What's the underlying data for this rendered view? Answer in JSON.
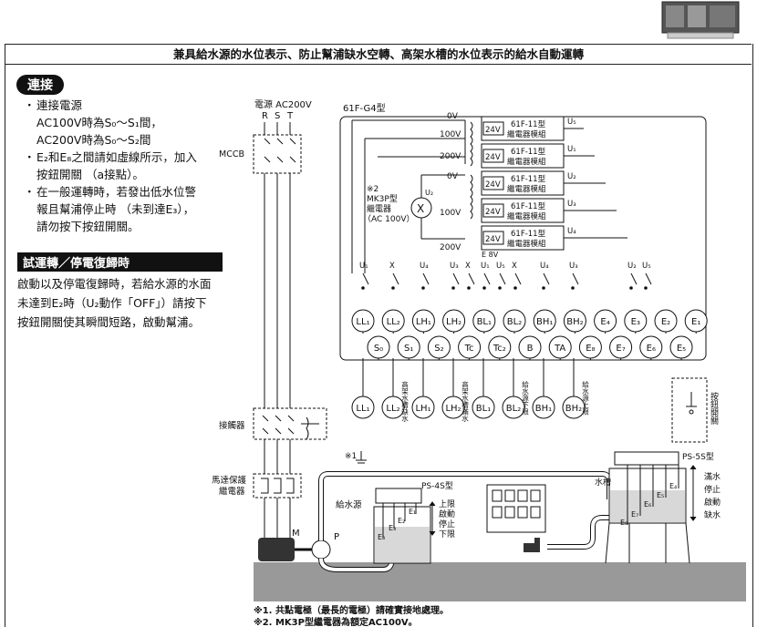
{
  "title": "兼具給水源的水位表示、防止幫浦缺水空轉、高架水槽的水位表示的給水自動運轉",
  "connection": {
    "label": "連接",
    "notes": [
      {
        "l1": "連接電源",
        "l2": "AC100V時為S₀～S₁間，",
        "l3": "AC200V時為S₀～S₂間"
      },
      {
        "l1": "E₂和E₈之間請如虛線所示，加入",
        "l2": "按鈕開關 （a接點）。",
        "l3": ""
      },
      {
        "l1": "在一般運轉時，若發出低水位警",
        "l2": "報且幫浦停止時 （未到達E₃），",
        "l3": "請勿按下按鈕開關。"
      }
    ]
  },
  "trial": {
    "label": "試運轉／停電復歸時",
    "text": "啟動以及停電復歸時，若給水源的水面未達到E₂時（U₂動作「OFF」）請按下按鈕開關使其瞬間短路，啟動幫浦。"
  },
  "diagram": {
    "power_label": "電源 AC200V",
    "rst": [
      "R",
      "S",
      "T"
    ],
    "mccb": "MCCB",
    "contactor": "接觸器",
    "motor_relay": [
      "馬達保護",
      "繼電器"
    ],
    "motor": "M",
    "pump": "P",
    "model": "61F-G4型",
    "volts": [
      "0V",
      "100V",
      "200V",
      "0V",
      "100V",
      "200V"
    ],
    "relay_note": [
      "※2",
      "MK3P型",
      "繼電器",
      "（AC 100V）"
    ],
    "relay_coil": "X",
    "u2_small": "U₂",
    "dc24": "24V",
    "e8v": "E 8V",
    "modules": [
      {
        "name1": "61F-11型",
        "name2": "繼電器模組",
        "out": "U₅"
      },
      {
        "name1": "61F-11型",
        "name2": "繼電器模組",
        "out": "U₁"
      },
      {
        "name1": "61F-11型",
        "name2": "繼電器模組",
        "out": "U₂"
      },
      {
        "name1": "61F-11型",
        "name2": "繼電器模組",
        "out": "U₃"
      },
      {
        "name1": "61F-11型",
        "name2": "繼電器模組",
        "out": "U₄"
      }
    ],
    "contact_labels": [
      "U₁",
      "X",
      "U₄",
      "U₃",
      "X",
      "U₁",
      "U₅",
      "X",
      "U₄",
      "U₃",
      "U₂",
      "U₅"
    ],
    "terminals_top": [
      "LL₁",
      "LL₂",
      "LH₁",
      "LH₂",
      "BL₁",
      "BL₂",
      "BH₁",
      "BH₂",
      "E₄",
      "E₃",
      "E₂",
      "E₁"
    ],
    "terminals_mid": [
      "S₀",
      "S₁",
      "S₂",
      "Tc",
      "Tc₂",
      "B",
      "TA",
      "E₈",
      "E₇",
      "E₆",
      "E₅"
    ],
    "lamps": [
      "LL₁",
      "LL₂",
      "LH₁",
      "LH₂",
      "BL₁",
      "BL₂",
      "BH₁",
      "BH₂"
    ],
    "lamp_texts": [
      "高架水槽缺水",
      "高架水槽滿水",
      "給水源下限",
      "給水源上限"
    ],
    "push_button": "按鈕開關",
    "ground_note": "※1",
    "ps4s": "PS-4S型",
    "ps5s": "PS-5S型",
    "source_label": "給水源",
    "source_levels": [
      "上限",
      "啟動",
      "停止",
      "下限"
    ],
    "source_electrodes": [
      "E₁",
      "E₂",
      "E₃",
      "E₈"
    ],
    "tank_label": "水槽",
    "tank_levels": [
      "滿水",
      "停止",
      "啟動",
      "缺水"
    ],
    "tank_electrodes": [
      "E₄",
      "E₅",
      "E₆",
      "E₇",
      "E₈"
    ]
  },
  "footnotes": [
    "※1. 共點電極（最長的電極）請確實接地處理。",
    "※2. MK3P型繼電器為額定AC100V。"
  ]
}
